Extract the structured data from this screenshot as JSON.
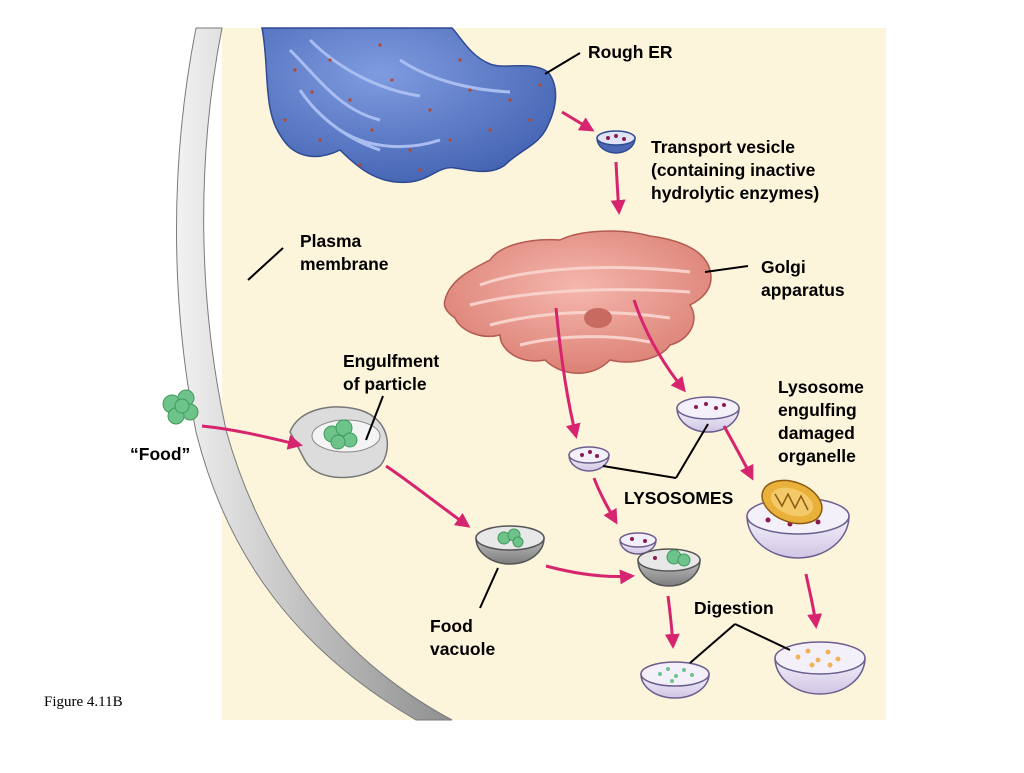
{
  "figure_caption": "Figure 4.11B",
  "labels": {
    "rough_er": "Rough ER",
    "transport_vesicle": [
      "Transport vesicle",
      "(containing inactive",
      "hydrolytic enzymes)"
    ],
    "plasma_membrane": [
      "Plasma",
      "membrane"
    ],
    "golgi": [
      "Golgi",
      "apparatus"
    ],
    "engulfment": [
      "Engulfment",
      "of particle"
    ],
    "lysosome_engulfing": [
      "Lysosome",
      "engulfing",
      "damaged",
      "organelle"
    ],
    "food": "“Food”",
    "lysosomes": "LYSOSOMES",
    "digestion": "Digestion",
    "food_vacuole": [
      "Food",
      "vacuole"
    ]
  },
  "colors": {
    "cytoplasm": "#fdf4dc",
    "er": "#5b7cc9",
    "golgi": "#e79a90",
    "arrow": "#d6246e",
    "food": "#6ec38a",
    "lysosome": "#ece6f6",
    "enzyme_dots": "#8a1a50",
    "membrane": "#b9b9b9",
    "mitochondrion": "#e9b13a",
    "digested": "#f1b35a"
  }
}
